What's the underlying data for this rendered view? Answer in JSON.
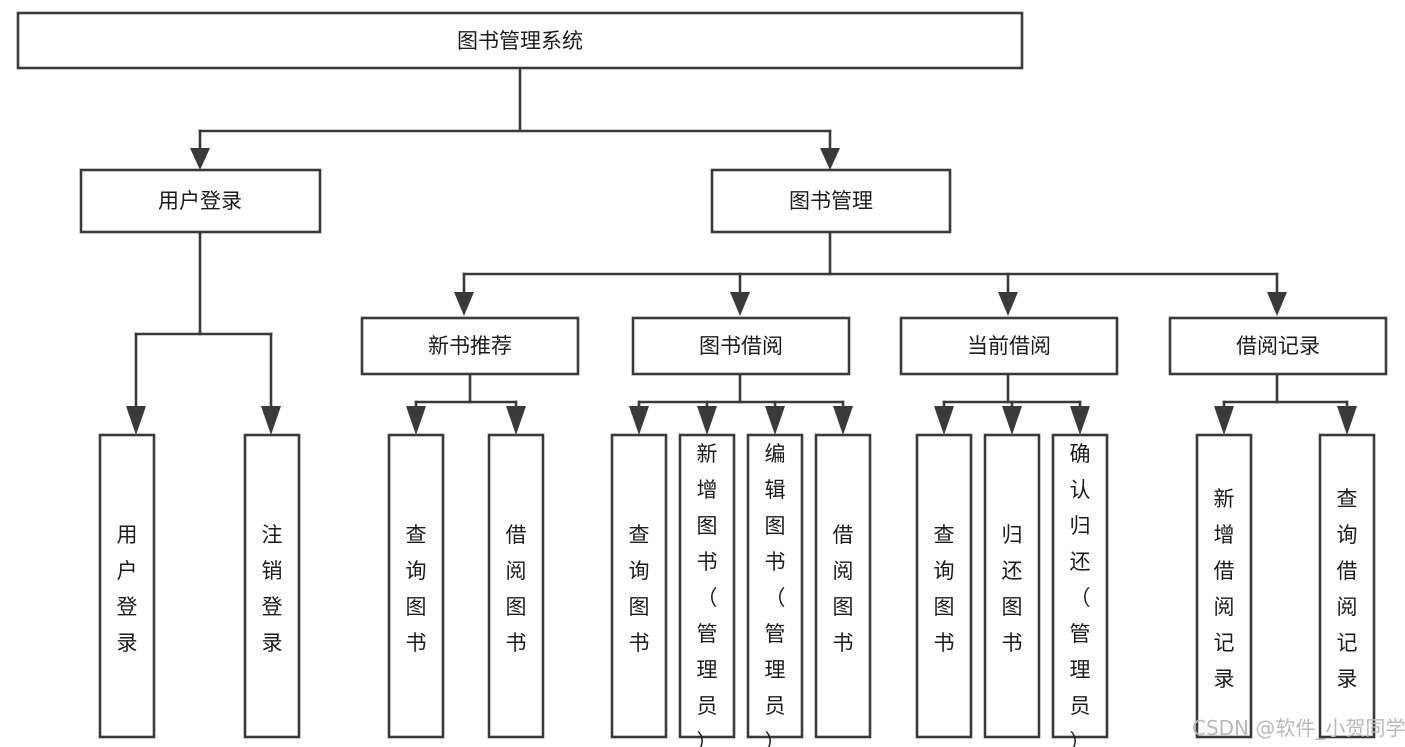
{
  "diagram": {
    "type": "tree-hierarchy-chart",
    "title_text": "图书管理系统",
    "root": {
      "id": "root",
      "label": "图书管理系统"
    },
    "level2": [
      {
        "id": "user-login",
        "label": "用户登录"
      },
      {
        "id": "book-management",
        "label": "图书管理"
      }
    ],
    "level3": [
      {
        "id": "new-book-recommend",
        "label": "新书推荐"
      },
      {
        "id": "book-borrow",
        "label": "图书借阅"
      },
      {
        "id": "current-borrow",
        "label": "当前借阅"
      },
      {
        "id": "borrow-record",
        "label": "借阅记录"
      }
    ],
    "leaves": {
      "user-login": [
        {
          "id": "leaf-user-login",
          "label": "用户登录"
        },
        {
          "id": "leaf-logout-login",
          "label": "注销登录"
        }
      ],
      "new-book-recommend": [
        {
          "id": "leaf-query-book-1",
          "label": "查询图书"
        },
        {
          "id": "leaf-borrow-book-1",
          "label": "借阅图书"
        }
      ],
      "book-borrow": [
        {
          "id": "leaf-query-book-2",
          "label": "查询图书"
        },
        {
          "id": "leaf-add-book",
          "label": "新增图书（管理员）"
        },
        {
          "id": "leaf-edit-book",
          "label": "编辑图书（管理员）"
        },
        {
          "id": "leaf-borrow-book-2",
          "label": "借阅图书"
        }
      ],
      "current-borrow": [
        {
          "id": "leaf-query-book-3",
          "label": "查询图书"
        },
        {
          "id": "leaf-return-book",
          "label": "归还图书"
        },
        {
          "id": "leaf-confirm-return",
          "label": "确认归还（管理员）"
        }
      ],
      "borrow-record": [
        {
          "id": "leaf-add-record",
          "label": "新增借阅记录"
        },
        {
          "id": "leaf-query-record",
          "label": "查询借阅记录"
        }
      ]
    },
    "watermark": "CSDN @软件_小贺同学",
    "colors": {
      "stroke": "#3a3a3a",
      "fill": "#ffffff",
      "text": "#1c1c1c",
      "watermark": "#b9b9b9"
    }
  }
}
